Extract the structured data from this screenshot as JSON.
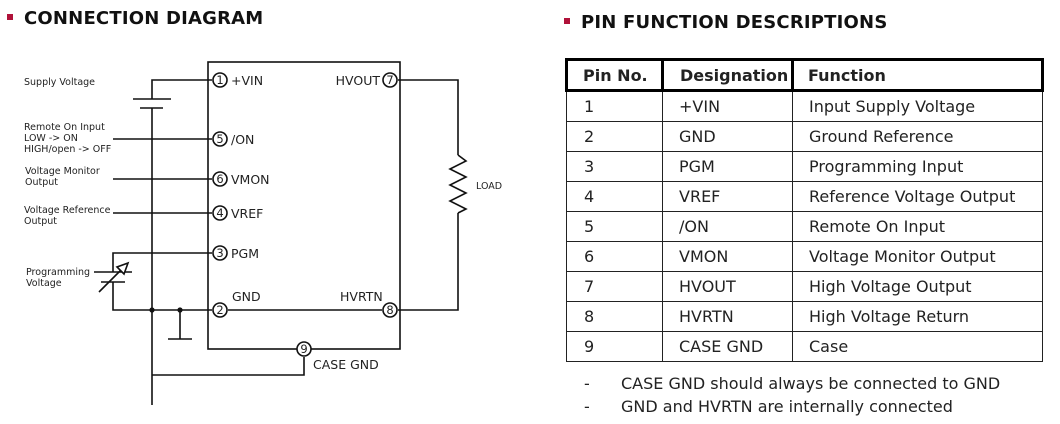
{
  "colors": {
    "bullet": "#b0123a",
    "ink": "#111111"
  },
  "connection_diagram": {
    "title": "CONNECTION DIAGRAM",
    "external_labels": {
      "supply_voltage": "Supply Voltage",
      "remote_on": [
        "Remote On Input",
        "LOW -> ON",
        "HIGH/open -> OFF"
      ],
      "voltage_monitor": [
        "Voltage Monitor",
        "Output"
      ],
      "voltage_reference": [
        "Voltage Reference",
        "Output"
      ],
      "programming_voltage": [
        "Programming",
        "Voltage"
      ],
      "load": "LOAD"
    },
    "pins": [
      {
        "num": "1",
        "name": "+VIN"
      },
      {
        "num": "5",
        "name": "/ON"
      },
      {
        "num": "6",
        "name": "VMON"
      },
      {
        "num": "4",
        "name": "VREF"
      },
      {
        "num": "3",
        "name": "PGM"
      },
      {
        "num": "2",
        "name": "GND"
      },
      {
        "num": "7",
        "name": "HVOUT"
      },
      {
        "num": "8",
        "name": "HVRTN"
      },
      {
        "num": "9",
        "name": "CASE GND"
      }
    ]
  },
  "pin_functions": {
    "title": "PIN FUNCTION DESCRIPTIONS",
    "headers": [
      "Pin No.",
      "Designation",
      "Function"
    ],
    "rows": [
      [
        "1",
        "+VIN",
        "Input Supply Voltage"
      ],
      [
        "2",
        "GND",
        "Ground Reference"
      ],
      [
        "3",
        "PGM",
        "Programming Input"
      ],
      [
        "4",
        "VREF",
        "Reference Voltage Output"
      ],
      [
        "5",
        "/ON",
        "Remote On Input"
      ],
      [
        "6",
        "VMON",
        "Voltage Monitor Output"
      ],
      [
        "7",
        "HVOUT",
        "High Voltage Output"
      ],
      [
        "8",
        "HVRTN",
        "High Voltage Return"
      ],
      [
        "9",
        "CASE GND",
        "Case"
      ]
    ],
    "notes": [
      {
        "dash": "-",
        "text": "CASE GND should always be connected to GND"
      },
      {
        "dash": "-",
        "text": "GND and HVRTN are internally connected"
      }
    ]
  }
}
